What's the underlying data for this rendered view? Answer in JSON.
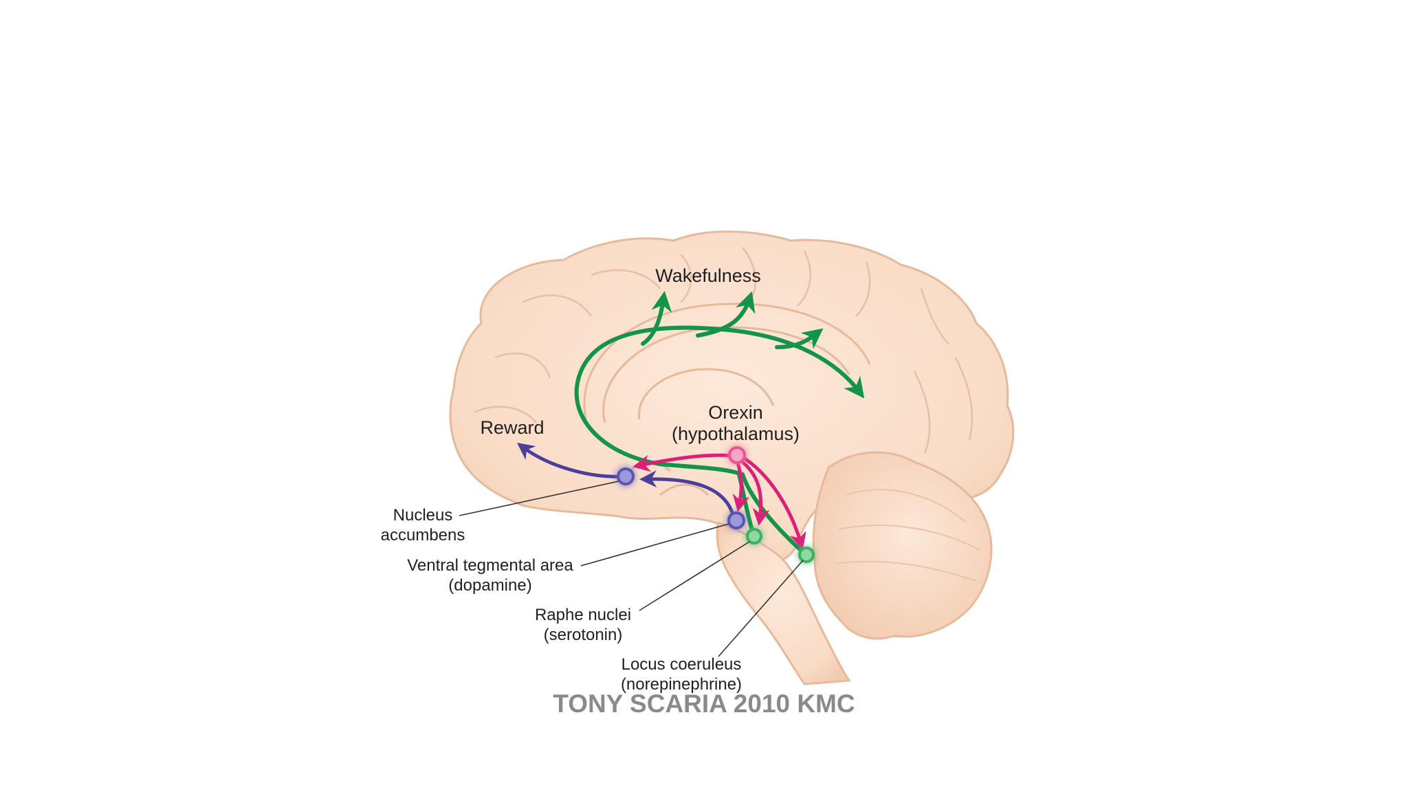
{
  "labels": {
    "wakefulness": "Wakefulness",
    "reward": "Reward",
    "orexin_line1": "Orexin",
    "orexin_line2": "(hypothalamus)",
    "nucleus_line1": "Nucleus",
    "nucleus_line2": "accumbens",
    "vta_line1": "Ventral tegmental area",
    "vta_line2": "(dopamine)",
    "raphe_line1": "Raphe nuclei",
    "raphe_line2": "(serotonin)",
    "lc_line1": "Locus coeruleus",
    "lc_line2": "(norepinephrine)"
  },
  "footer": "TONY SCARIA 2010 KMC",
  "colors": {
    "background": "#ffffff",
    "brain_fill": "#f9dcc6",
    "brain_outline": "#e6b99a",
    "gyri_lines": "#e9bfa3",
    "wake_pathway": "#14934a",
    "orexin_pathway": "#dc1f7a",
    "dopamine_pathway": "#4b3f9a",
    "node_green": "#3fae62",
    "node_pink": "#e8568f",
    "node_purple": "#5a55b0",
    "footer_text": "#8a8a8a"
  }
}
